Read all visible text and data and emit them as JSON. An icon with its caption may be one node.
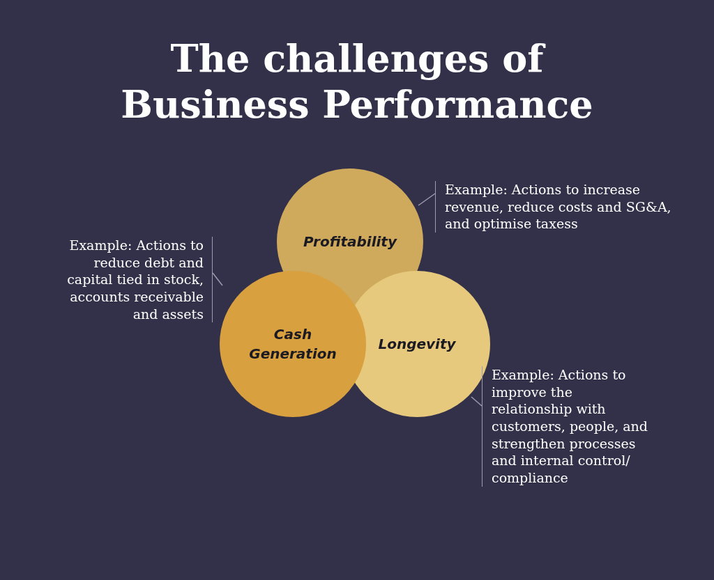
{
  "diagram": {
    "title": "The challenges of Business Performance",
    "nodes": [
      {
        "text": [
          "Profitability"
        ]
      },
      {
        "text": [
          "Cash Generation"
        ]
      },
      {
        "text": [
          "Longevity"
        ]
      },
      {
        "text": [
          "Example: Actions to increase revenue, reduce costs and SG&A, and optimise taxess"
        ]
      },
      {
        "text": [
          "Example: Actions to reduce debt and capital tied in stock, accounts receivable and assets"
        ]
      },
      {
        "text": [
          "Example: Actions to improve the relationship with customers, people, and strengthen processes and internal control/ compliance"
        ]
      }
    ],
    "edges": [
      {
        "from": 3,
        "to": null,
        "arrow": "none"
      },
      {
        "from": 4,
        "to": null,
        "arrow": "none"
      },
      {
        "from": 5,
        "to": null,
        "arrow": "none"
      }
    ]
  }
}
